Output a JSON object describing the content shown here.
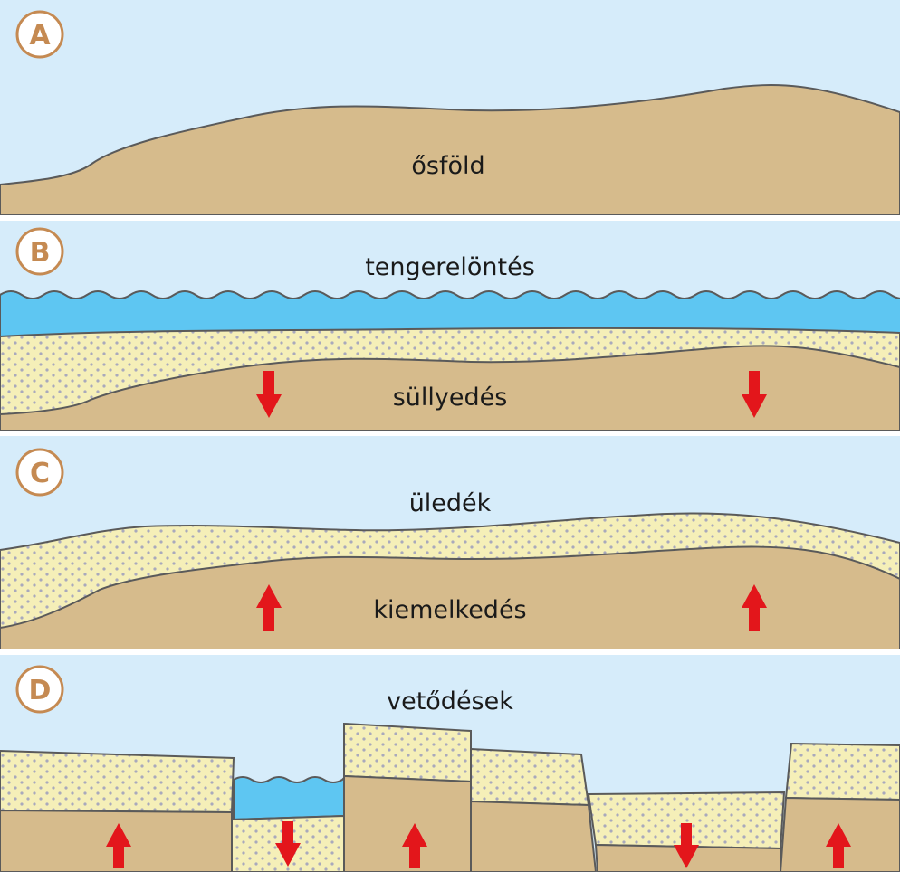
{
  "colors": {
    "sky": "#d6ecfa",
    "ground": "#d6bb8c",
    "sediment": "#f5efb8",
    "sediment_dots": "#a9a9bc",
    "sea": "#5ec6f2",
    "outline": "#5a5a5a",
    "arrow": "#e3161b",
    "badge_border": "#c58a52"
  },
  "panels": {
    "a": {
      "letter": "A",
      "label": "ősföld"
    },
    "b": {
      "letter": "B",
      "label_top": "tengerelöntés",
      "label_bottom": "süllyedés",
      "arrows": [
        "down",
        "down"
      ]
    },
    "c": {
      "letter": "C",
      "label_top": "üledék",
      "label_bottom": "kiemelkedés",
      "arrows": [
        "up",
        "up"
      ]
    },
    "d": {
      "letter": "D",
      "label_top": "vetődések",
      "arrows": [
        "up",
        "down",
        "up",
        "down",
        "up"
      ]
    }
  }
}
